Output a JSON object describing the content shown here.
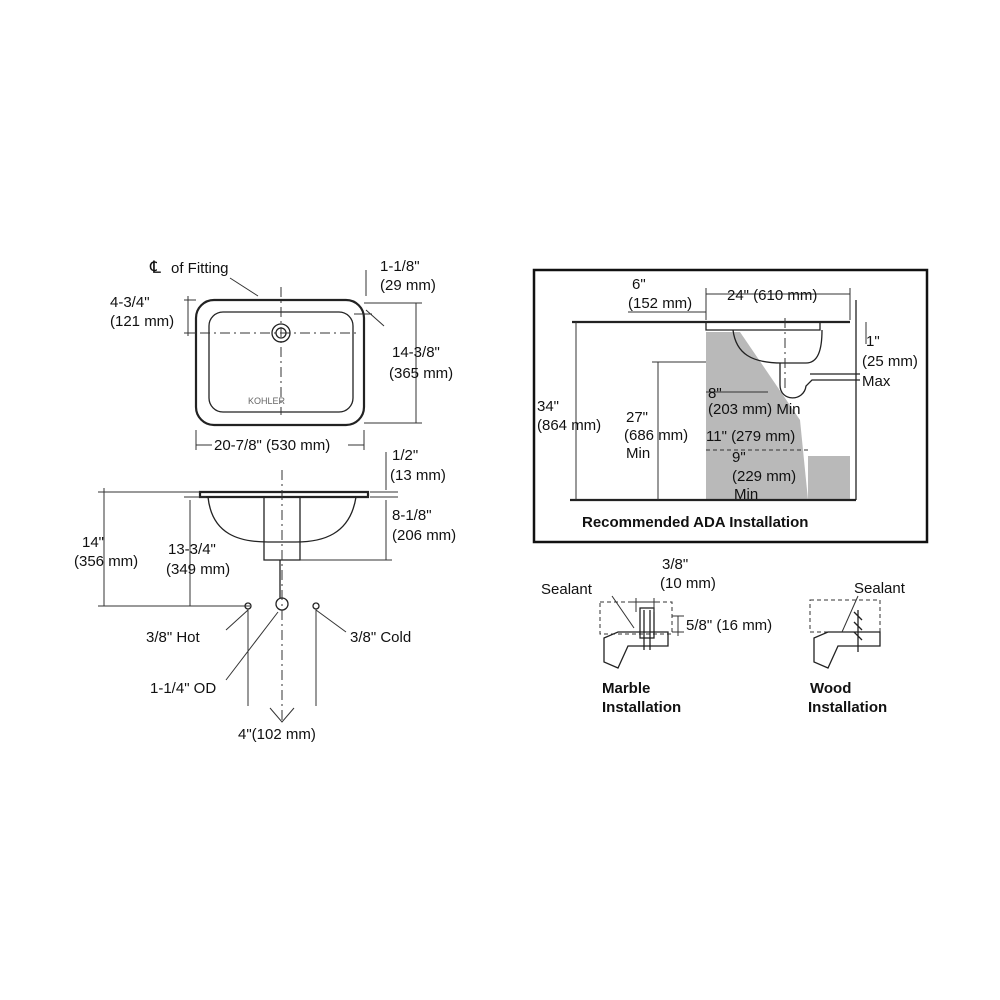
{
  "top_view": {
    "centerline_label": "of Fitting",
    "centerline_symbol": "℄",
    "rim_width": "1-1/8\"",
    "rim_width_mm": "(29 mm)",
    "drain_offset": "4-3/4\"",
    "drain_offset_mm": "(121 mm)",
    "depth": "14-3/8\"",
    "depth_mm": "(365 mm)",
    "width": "20-7/8\" (530 mm)",
    "stamp": "KOHLER"
  },
  "side_view": {
    "rim_thickness": "1/2\"",
    "rim_thickness_mm": "(13 mm)",
    "bowl_depth": "8-1/8\"",
    "bowl_depth_mm": "(206 mm)",
    "total_height": "14\"",
    "total_height_mm": "(356 mm)",
    "drain_height": "13-3/4\"",
    "drain_height_mm": "(349 mm)",
    "hot": "3/8\" Hot",
    "cold": "3/8\" Cold",
    "drain_od": "1-1/4\" OD",
    "supply_spacing": "4\"(102 mm)"
  },
  "ada": {
    "title": "Recommended ADA Installation",
    "setback": "6\"",
    "setback_mm": "(152 mm)",
    "counter_depth": "24\" (610 mm)",
    "apron": "1\"",
    "apron_mm": "(25 mm)",
    "apron_max": "Max",
    "rim_height": "34\"",
    "rim_height_mm": "(864 mm)",
    "knee_height": "27\"",
    "knee_height_mm": "(686 mm)",
    "knee_min": "Min",
    "knee_depth": "8\"",
    "knee_depth_mm": "(203 mm) Min",
    "knee_clear": "11\" (279 mm)",
    "toe_depth": "9\"",
    "toe_depth_mm": "(229 mm)",
    "toe_min": "Min"
  },
  "marble": {
    "spacing": "3/8\"",
    "spacing_mm": "(10 mm)",
    "sealant": "Sealant",
    "height": "5/8\" (16 mm)",
    "title_line1": "Marble",
    "title_line2": "Installation"
  },
  "wood": {
    "sealant": "Sealant",
    "title_line1": "Wood",
    "title_line2": "Installation"
  },
  "colors": {
    "shade": "#b9b9b9",
    "line": "#222222"
  }
}
